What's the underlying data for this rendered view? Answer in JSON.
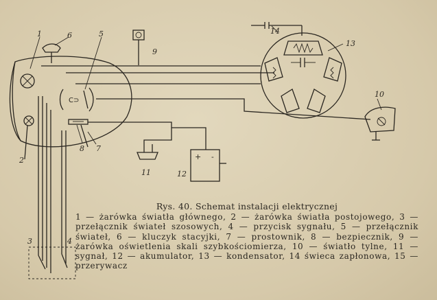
{
  "diagram": {
    "labels": [
      "1",
      "2",
      "3",
      "4",
      "5",
      "6",
      "7",
      "8",
      "9",
      "10",
      "11",
      "12",
      "13",
      "14"
    ],
    "battery_plus": "+",
    "battery_minus": "-"
  },
  "caption": {
    "title": "Rys. 40. Schemat instalacji elektrycznej",
    "body": "1 — żarówka światła głównego, 2 — żarówka światła postojowego, 3 — przełącznik świateł szosowych, 4 — przycisk sygnału, 5 — przełącznik świateł, 6 — kluczyk stacyjki, 7 — prostownik, 8 — bezpiecznik, 9 — żarówka oświetlenia skali szybkościomierza, 10 — światło tylne, 11 — sygnał, 12 — akumulator, 13 — kondensator, 14 świeca zapłonowa, 15 — przerywacz"
  }
}
